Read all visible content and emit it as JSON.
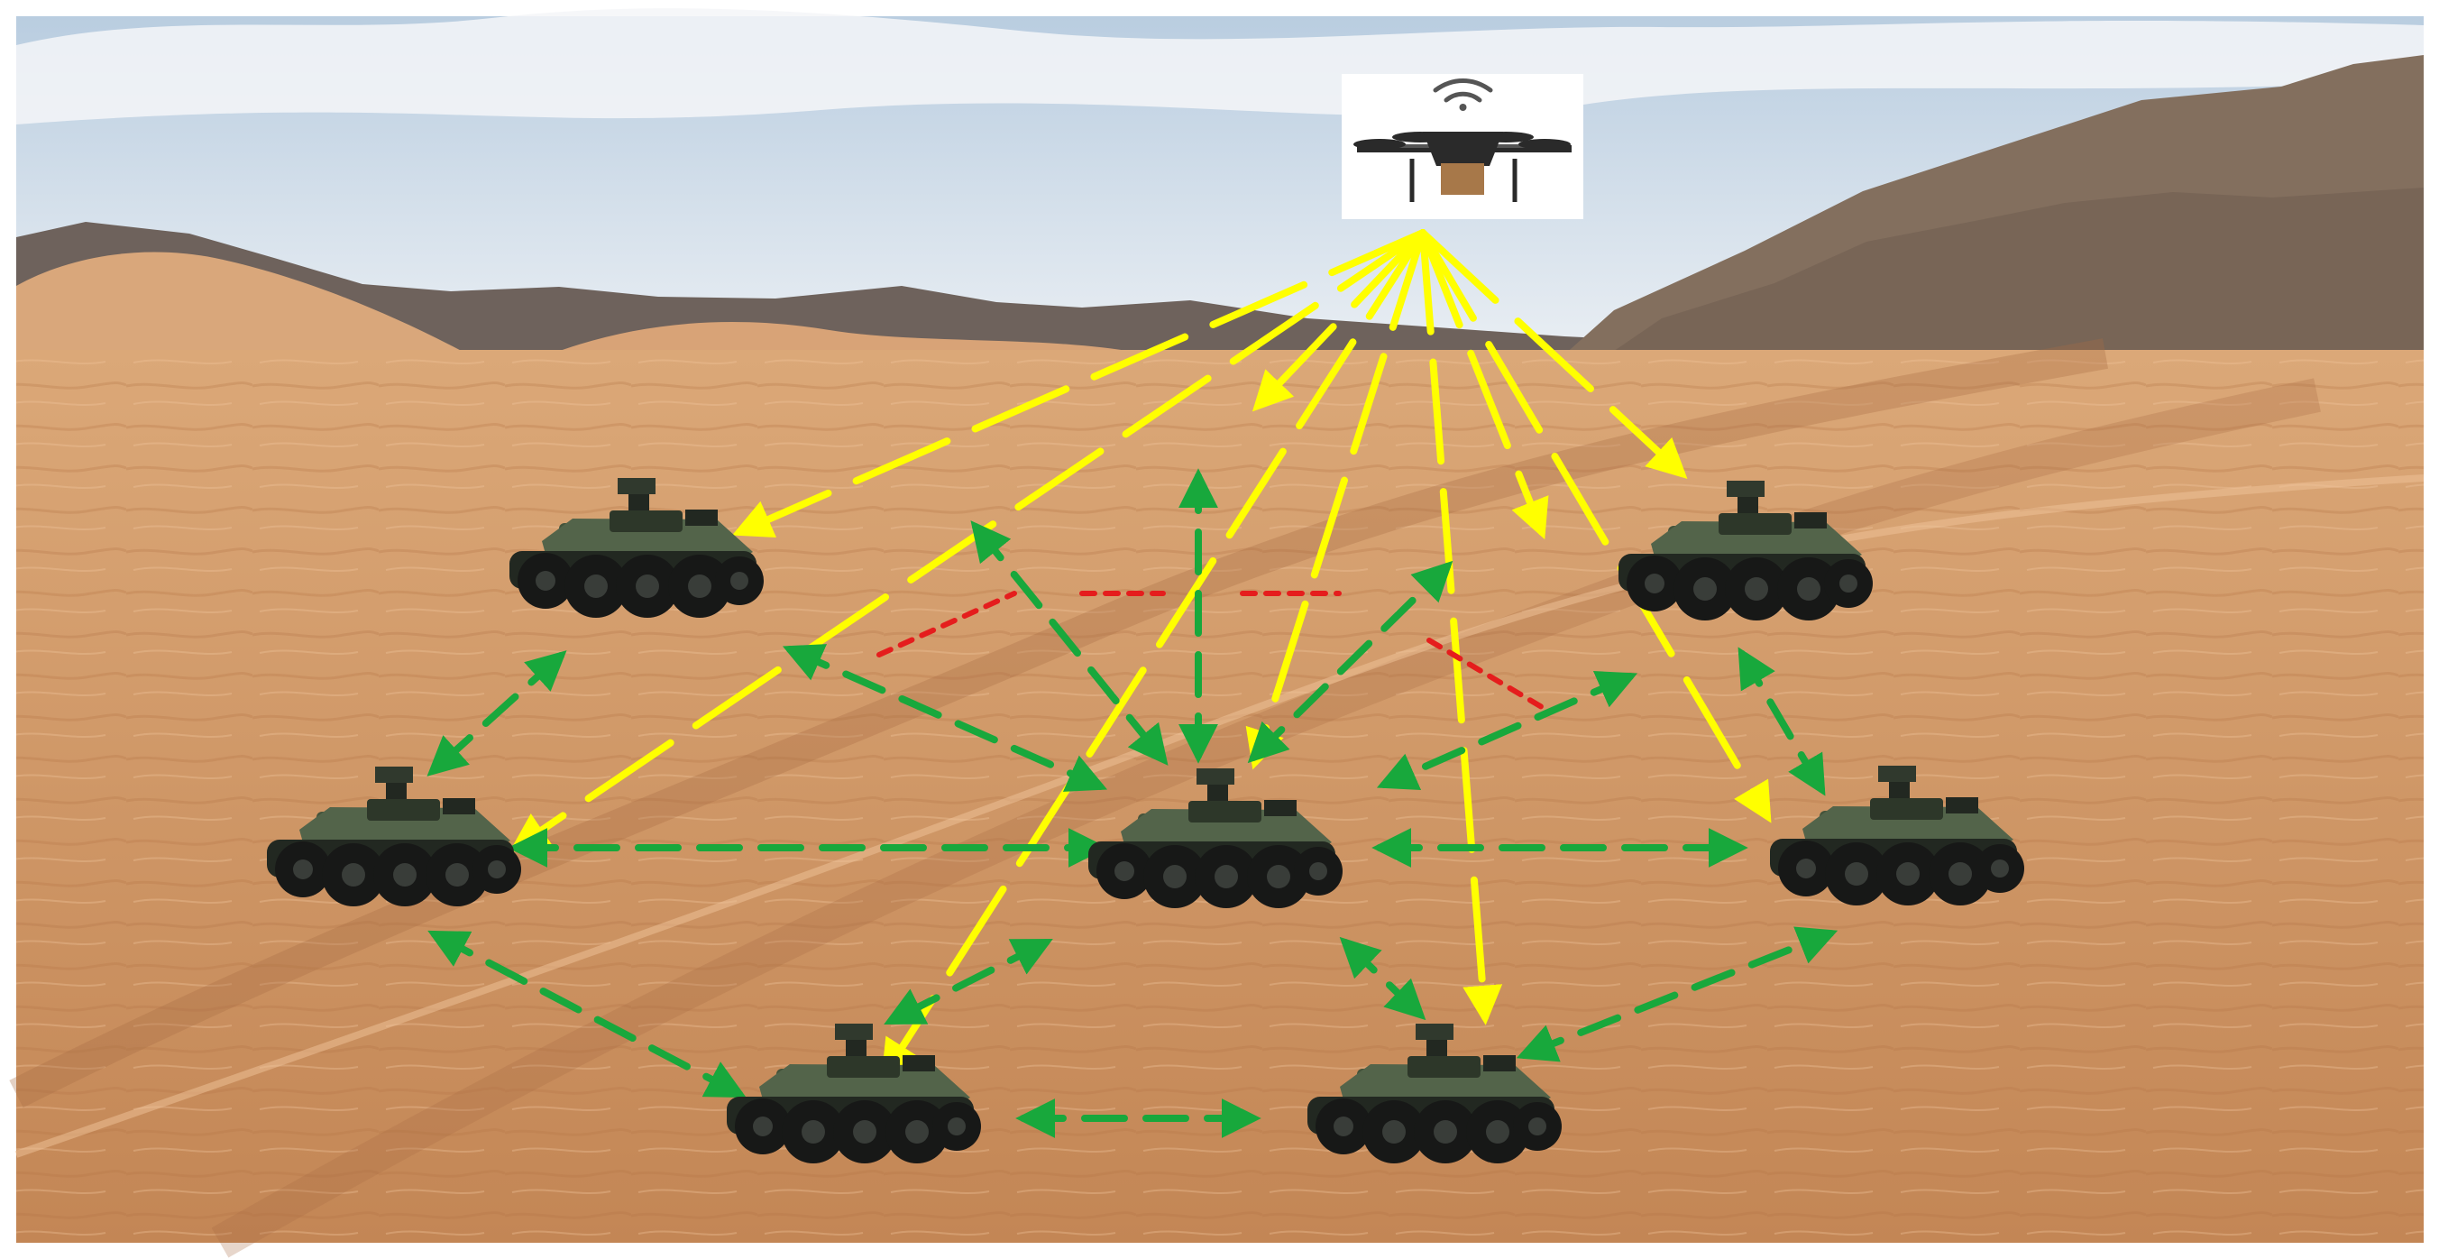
{
  "scene": {
    "colors": {
      "sky_top": "#b9cde0",
      "sky_bottom": "#e9eef3",
      "cloud": "#f4f6f8",
      "mountain_far": "#6e625c",
      "mountain_near": "#7a6a5d",
      "mountain_right": "#836f5e",
      "dune": "#d9a77b",
      "sand_light": "#dba878",
      "sand_dark": "#c38655",
      "track": "#a96d43",
      "robot_body": "#44533b",
      "robot_dark": "#222821",
      "wheel": "#171817",
      "rim": "#393d39",
      "drone_box": "#ffffff",
      "drone_body": "#2a2a2a",
      "drone_package": "#a77849",
      "uplink_link": "#ffff00",
      "peer_link": "#18a83c",
      "blocked_link": "#e51d1d"
    },
    "icons": {
      "drone": "quadcopter-drone-icon",
      "wifi": "wifi-signal-icon",
      "robot": "six-wheeled-ground-robot-icon"
    },
    "drone": {
      "id": "drone"
    },
    "robots": [
      {
        "id": "r1"
      },
      {
        "id": "r2"
      },
      {
        "id": "r3"
      },
      {
        "id": "r4"
      },
      {
        "id": "r5"
      },
      {
        "id": "r6"
      },
      {
        "id": "r7"
      }
    ],
    "links": {
      "yellow_from_drone": [
        "r1",
        "r2",
        "r3",
        "r4",
        "r5",
        "r6",
        "r7"
      ],
      "green_between_robots": [
        [
          "r1",
          "r2"
        ],
        [
          "r2",
          "r3"
        ],
        [
          "r3",
          "r5"
        ],
        [
          "r3",
          "r6"
        ],
        [
          "r2",
          "r7"
        ],
        [
          "r7",
          "r6"
        ],
        [
          "r3",
          "r7"
        ],
        [
          "r6",
          "r5"
        ],
        [
          "r5",
          "r4"
        ],
        [
          "r4",
          "r3"
        ],
        [
          "r1",
          "r3"
        ]
      ],
      "red_blocked_segments": 4
    }
  }
}
